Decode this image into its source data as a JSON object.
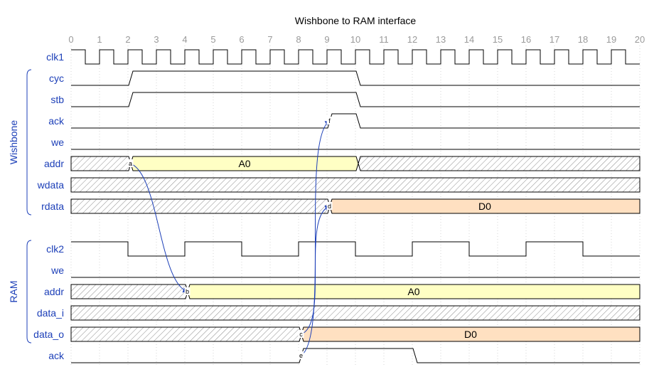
{
  "title": "Wishbone to RAM interface",
  "ticks": [
    "0",
    "1",
    "2",
    "3",
    "4",
    "5",
    "6",
    "7",
    "8",
    "9",
    "10",
    "11",
    "12",
    "13",
    "14",
    "15",
    "16",
    "17",
    "18",
    "19",
    "20"
  ],
  "groups": [
    {
      "name": "Wishbone",
      "first": 1,
      "last": 7
    },
    {
      "name": "RAM",
      "first": 9,
      "last": 13
    }
  ],
  "signals": [
    {
      "name": "clk1",
      "kind": "clock",
      "period": 1
    },
    {
      "name": "cyc",
      "kind": "logic",
      "edges": [
        [
          0,
          0
        ],
        [
          2.1,
          1
        ],
        [
          10.1,
          0
        ]
      ]
    },
    {
      "name": "stb",
      "kind": "logic",
      "edges": [
        [
          0,
          0
        ],
        [
          2.1,
          1
        ],
        [
          10.1,
          0
        ]
      ]
    },
    {
      "name": "ack",
      "kind": "logic",
      "edges": [
        [
          0,
          0
        ],
        [
          9.1,
          1
        ],
        [
          10.1,
          0
        ]
      ]
    },
    {
      "name": "we",
      "kind": "logic",
      "edges": [
        [
          0,
          0
        ]
      ]
    },
    {
      "name": "addr",
      "kind": "bus",
      "segments": [
        {
          "start": 0,
          "end": 2.1,
          "kind": "x"
        },
        {
          "start": 2.1,
          "end": 10.1,
          "kind": "val",
          "label": "A0",
          "color": "#ffffc4"
        },
        {
          "start": 10.1,
          "end": 20,
          "kind": "x"
        }
      ]
    },
    {
      "name": "wdata",
      "kind": "bus",
      "segments": [
        {
          "start": 0,
          "end": 20,
          "kind": "x"
        }
      ]
    },
    {
      "name": "rdata",
      "kind": "bus",
      "segments": [
        {
          "start": 0,
          "end": 9.1,
          "kind": "x"
        },
        {
          "start": 9.1,
          "end": 20,
          "kind": "val",
          "label": "D0",
          "color": "#ffe0c1"
        }
      ]
    },
    {
      "name": "",
      "kind": "gap"
    },
    {
      "name": "clk2",
      "kind": "clock",
      "period": 4
    },
    {
      "name": "we",
      "kind": "logic",
      "edges": [
        [
          0,
          0
        ]
      ]
    },
    {
      "name": "addr",
      "kind": "bus",
      "segments": [
        {
          "start": 0,
          "end": 4.1,
          "kind": "x"
        },
        {
          "start": 4.1,
          "end": 20,
          "kind": "val",
          "label": "A0",
          "color": "#ffffc4"
        }
      ]
    },
    {
      "name": "data_i",
      "kind": "bus",
      "segments": [
        {
          "start": 0,
          "end": 20,
          "kind": "x"
        }
      ]
    },
    {
      "name": "data_o",
      "kind": "bus",
      "segments": [
        {
          "start": 0,
          "end": 8.1,
          "kind": "x"
        },
        {
          "start": 8.1,
          "end": 20,
          "kind": "val",
          "label": "D0",
          "color": "#ffe0c1"
        }
      ]
    },
    {
      "name": "ack",
      "kind": "logic",
      "edges": [
        [
          0,
          0
        ],
        [
          8.1,
          1
        ],
        [
          12.1,
          0
        ]
      ]
    }
  ],
  "nodes": [
    {
      "id": "a",
      "signal": 5,
      "time": 2.1
    },
    {
      "id": "b",
      "signal": 11,
      "time": 4.1
    },
    {
      "id": "c",
      "signal": 13,
      "time": 8.1
    },
    {
      "id": "d",
      "signal": 7,
      "time": 9.1
    },
    {
      "id": "e",
      "signal": 14,
      "time": 8.1
    },
    {
      "id": "f",
      "signal": 3,
      "time": 9.1
    }
  ],
  "arrows": [
    [
      "a",
      "b"
    ],
    [
      "c",
      "d"
    ],
    [
      "e",
      "f"
    ]
  ],
  "colors": {
    "line": "#000000",
    "label": "#1c3fb8",
    "arrow": "#1c3fb8",
    "hatch": "#9a9a9a",
    "tick": "#9a9a9a"
  }
}
